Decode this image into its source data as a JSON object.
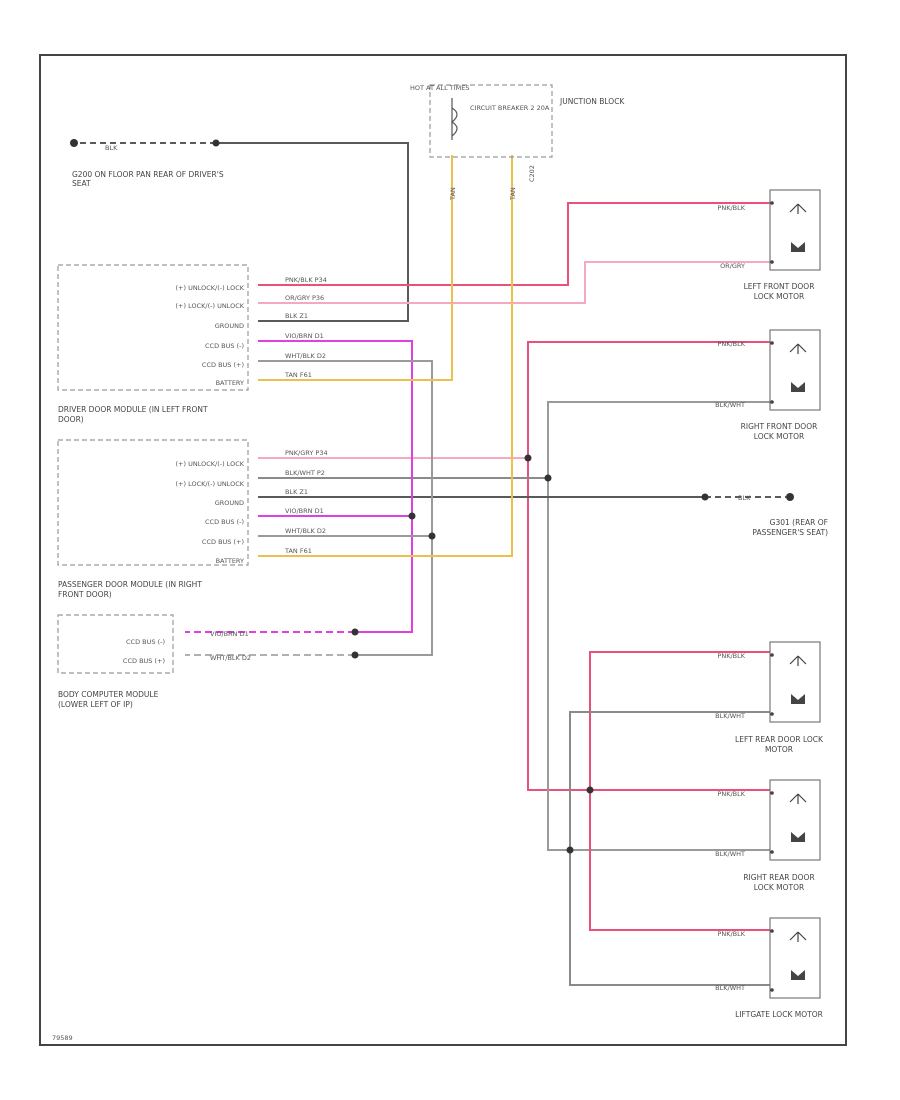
{
  "diagram": {
    "hot_label": "HOT AT ALL TIMES",
    "breaker_label": "CIRCUIT BREAKER 2 20A",
    "junction_label": "JUNCTION BLOCK",
    "ground_g200_label": "G200 ON FLOOR PAN REAR OF DRIVER'S SEAT",
    "ground_g301_label": "G301 (REAR OF PASSENGER'S SEAT)",
    "driver_module_label": "DRIVER DOOR MODULE (IN LEFT FRONT DOOR)",
    "passenger_module_label": "PASSENGER DOOR MODULE (IN RIGHT FRONT DOOR)",
    "bcm_label": "BODY COMPUTER MODULE (LOWER LEFT OF IP)",
    "module_pins": [
      "(+) UNLOCK/(-) LOCK",
      "(+) LOCK/(-) UNLOCK",
      "GROUND",
      "CCD BUS (-)",
      "CCD BUS (+)",
      "BATTERY"
    ],
    "bcm_pins": [
      "CCD BUS (-)",
      "CCD BUS (+)"
    ],
    "wire_codes": {
      "blk": "BLK",
      "driver": [
        "PNK/BLK  P34",
        "OR/GRY  P36",
        "BLK  Z1",
        "VIO/BRN  D1",
        "WHT/BLK  D2",
        "TAN  F61"
      ],
      "passenger": [
        "PNK/GRY  P34",
        "BLK/WHT  P2",
        "BLK  Z1",
        "VIO/BRN  D1",
        "WHT/BLK  D2",
        "TAN  F61"
      ],
      "bcm": [
        "VIO/BRN  D1",
        "WHT/BLK  D2"
      ],
      "pnkblk": "PNK/BLK",
      "orgry": "OR/GRY",
      "blkwht": "BLK/WHT",
      "tan": "TAN",
      "c202": "C202"
    },
    "motors": [
      "LEFT FRONT DOOR LOCK MOTOR",
      "RIGHT FRONT DOOR LOCK MOTOR",
      "LEFT REAR DOOR LOCK MOTOR",
      "RIGHT REAR DOOR LOCK MOTOR",
      "LIFTGATE LOCK MOTOR"
    ],
    "figure_id": "79589",
    "colors": {
      "pink": "#e8527a",
      "lightpink": "#f4a9bf",
      "magenta": "#e040e0",
      "yellow": "#e8c24a",
      "black": "#555555",
      "gray": "#999999"
    }
  }
}
